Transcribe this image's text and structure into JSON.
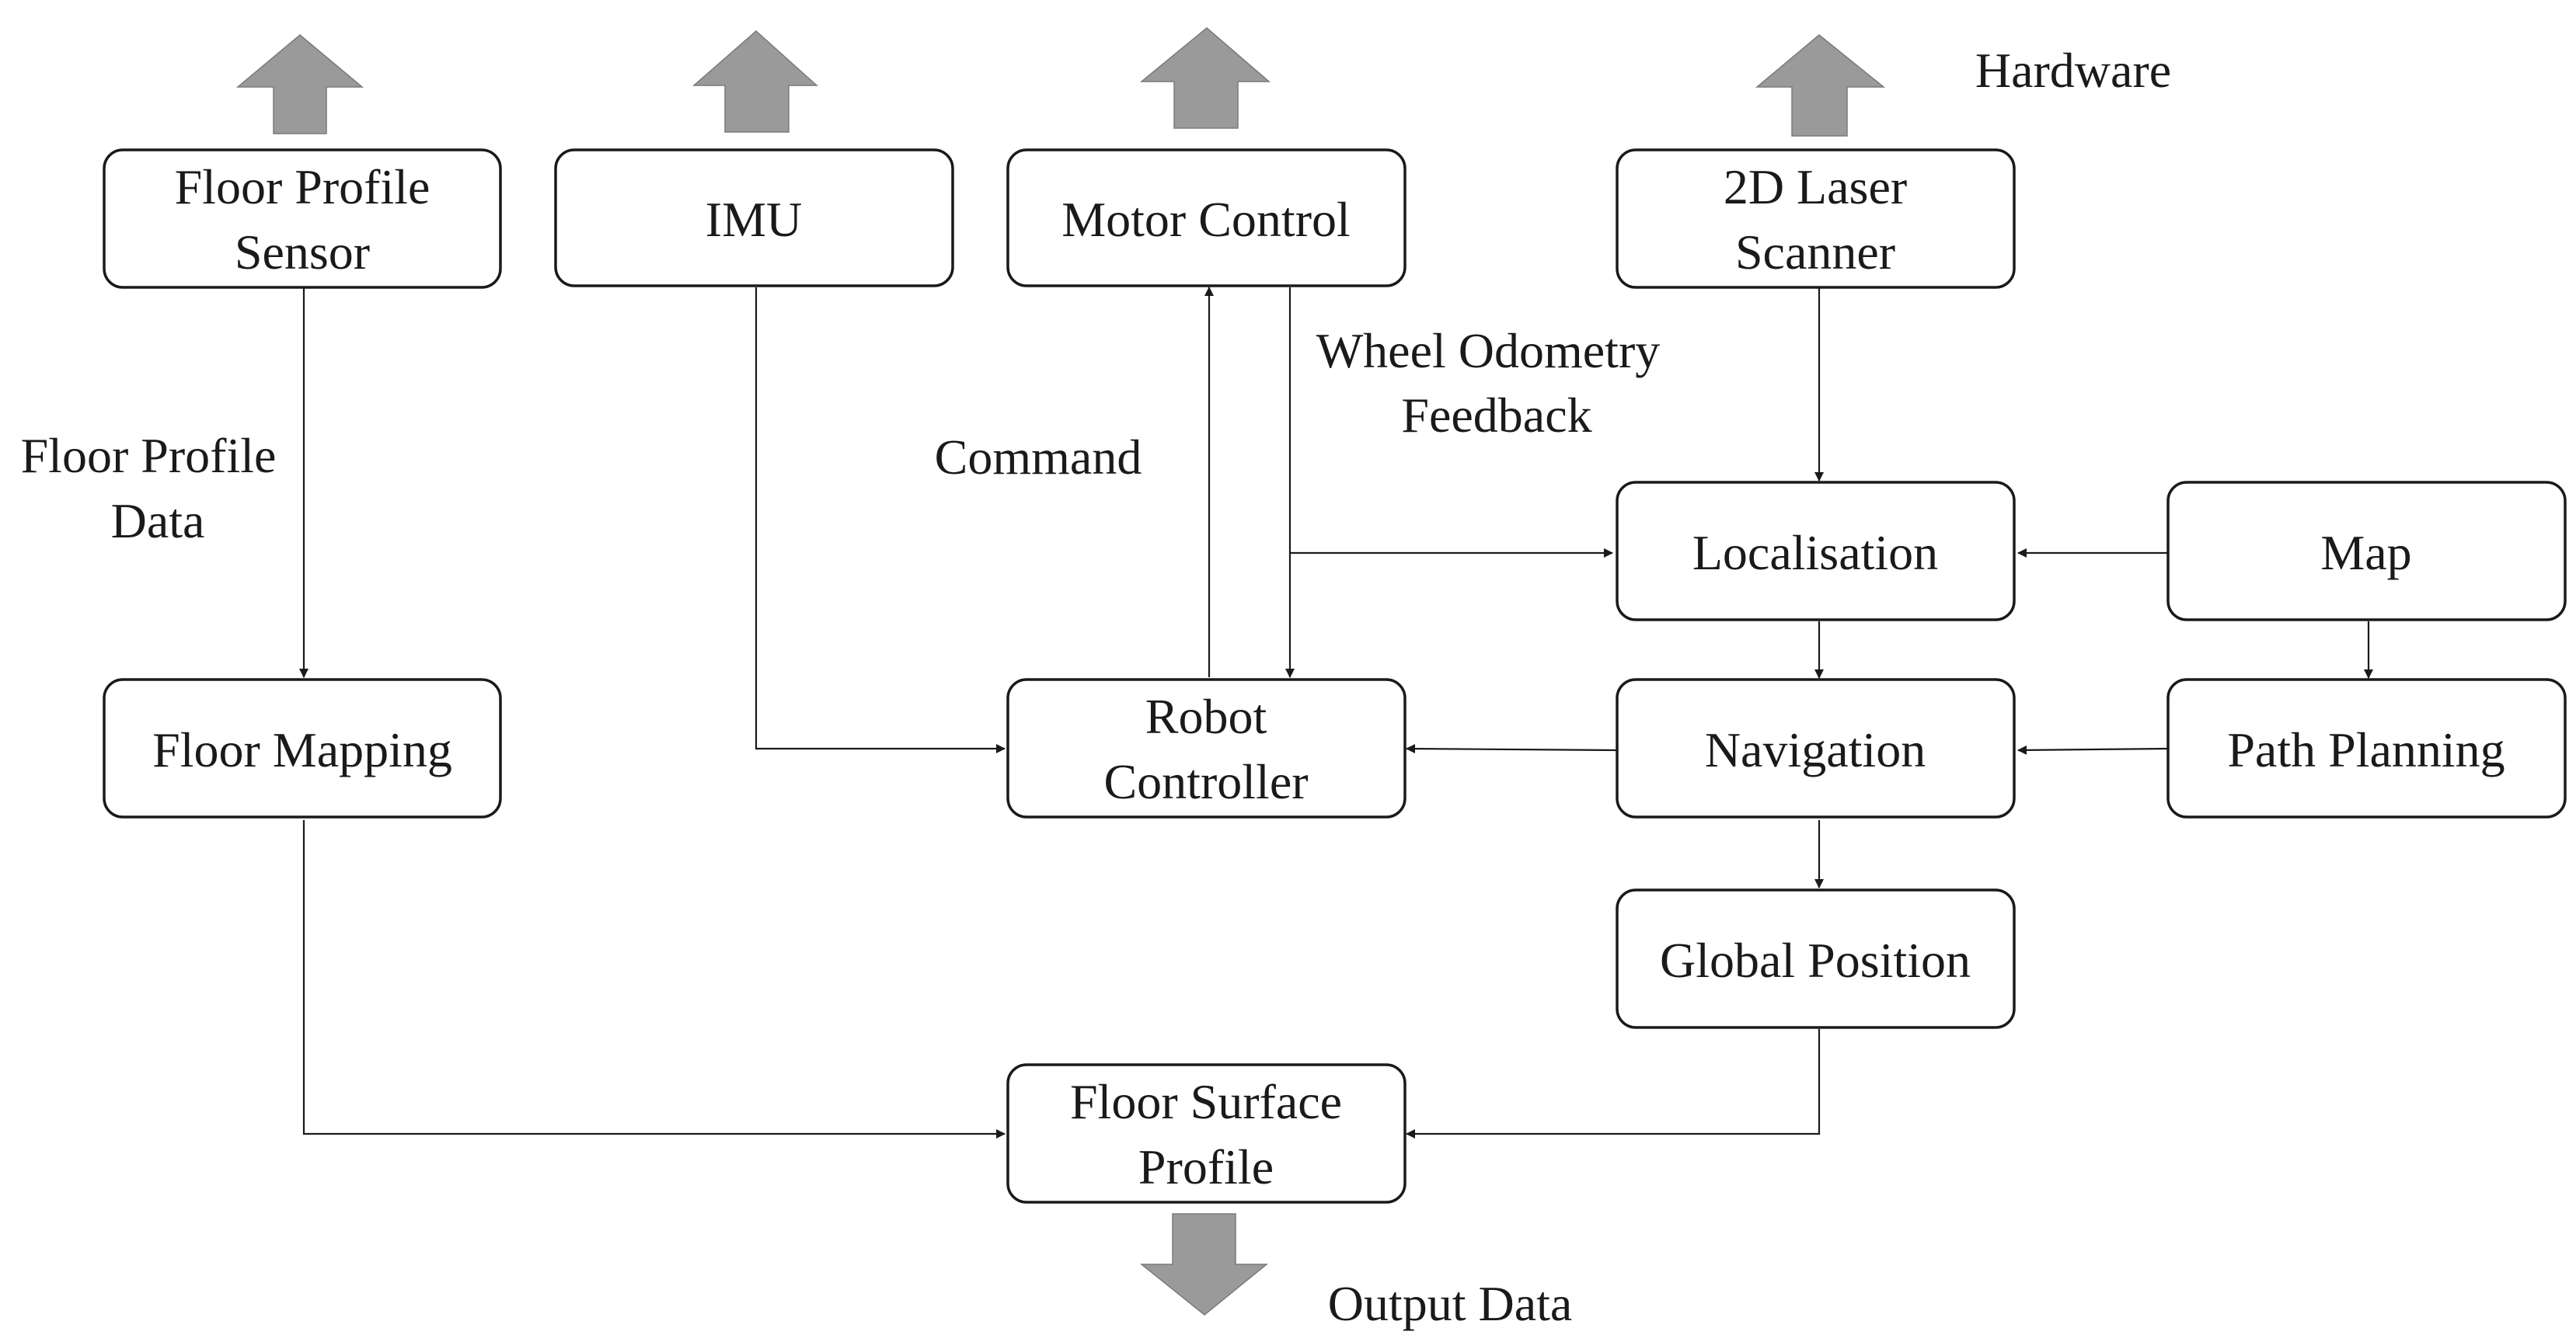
{
  "nodes": {
    "floor_profile_sensor": [
      "Floor Profile",
      "Sensor"
    ],
    "imu": [
      "IMU"
    ],
    "motor_control": [
      "Motor Control"
    ],
    "laser_scanner": [
      "2D Laser",
      "Scanner"
    ],
    "localisation": [
      "Localisation"
    ],
    "map": [
      "Map"
    ],
    "floor_mapping": [
      "Floor Mapping"
    ],
    "robot_controller": [
      "Robot",
      "Controller"
    ],
    "navigation": [
      "Navigation"
    ],
    "path_planning": [
      "Path Planning"
    ],
    "global_position": [
      "Global Position"
    ],
    "floor_surface_profile": [
      "Floor Surface",
      "Profile"
    ]
  },
  "labels": {
    "hardware": [
      "Hardware"
    ],
    "floor_profile_data": [
      "Floor Profile",
      "Data"
    ],
    "command": [
      "Command"
    ],
    "wheel_odometry": [
      "Wheel Odometry",
      "Feedback"
    ],
    "output_data": [
      "Output Data"
    ]
  },
  "edges": [
    {
      "from": "floor_profile_sensor",
      "to": "floor_mapping"
    },
    {
      "from": "imu",
      "to": "robot_controller"
    },
    {
      "from": "robot_controller",
      "to": "motor_control",
      "label": "command"
    },
    {
      "from": "motor_control",
      "to": "robot_controller",
      "label": "wheel_odometry"
    },
    {
      "from": "motor_control",
      "to": "localisation",
      "label": "wheel_odometry"
    },
    {
      "from": "laser_scanner",
      "to": "localisation"
    },
    {
      "from": "map",
      "to": "localisation"
    },
    {
      "from": "map",
      "to": "path_planning"
    },
    {
      "from": "localisation",
      "to": "navigation"
    },
    {
      "from": "path_planning",
      "to": "navigation"
    },
    {
      "from": "navigation",
      "to": "robot_controller"
    },
    {
      "from": "navigation",
      "to": "global_position"
    },
    {
      "from": "floor_mapping",
      "to": "floor_surface_profile"
    },
    {
      "from": "global_position",
      "to": "floor_surface_profile"
    }
  ],
  "colors": {
    "stroke": "#1a1a1a",
    "hardware_arrow_fill": "#9a9a9a",
    "background": "#ffffff"
  }
}
